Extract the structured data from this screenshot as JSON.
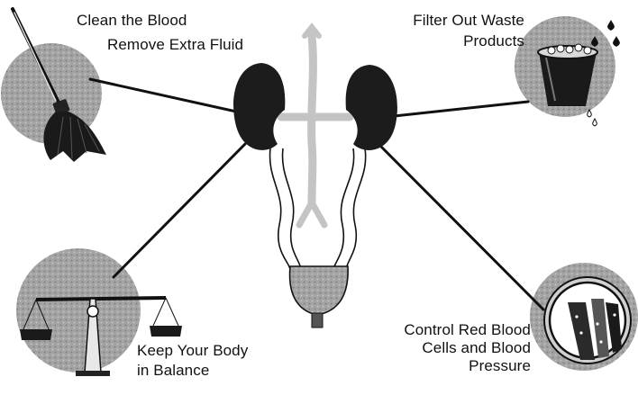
{
  "labels": {
    "clean_blood": "Clean the Blood",
    "remove_fluid": "Remove Extra Fluid",
    "filter_line1": "Filter Out Waste",
    "filter_line2": "Products",
    "balance_line1": "Keep Your Body",
    "balance_line2": "in Balance",
    "control_line1": "Control Red Blood",
    "control_line2": "Cells and Blood",
    "control_line3": "Pressure"
  },
  "colors": {
    "ink": "#111111",
    "kidney": "#1c1c1c",
    "circle_fill": "#9a9a9a",
    "vessel": "#c4c4c4",
    "background": "#ffffff"
  },
  "icons": [
    "mop-icon",
    "leaking-bucket-icon",
    "balance-scale-icon",
    "blood-cells-icon"
  ]
}
